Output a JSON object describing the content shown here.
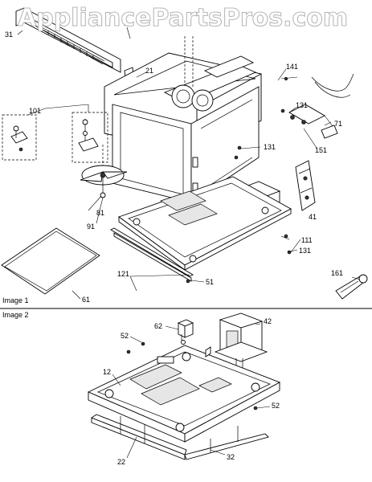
{
  "watermark": "AppliancePartsPros.com",
  "sections": {
    "image1": "Image 1",
    "image2": "Image 2"
  },
  "labels": {
    "p31": "31",
    "p1": "1",
    "p21": "21",
    "p141": "141",
    "p101": "101",
    "p131a": "131",
    "p71": "71",
    "p131b": "131",
    "p151": "151",
    "p41": "41",
    "p81": "81",
    "p91": "91",
    "p111": "111",
    "p131c": "131",
    "p121": "121",
    "p51": "51",
    "p161": "161",
    "p61": "61",
    "p62": "62",
    "p42": "42",
    "p52a": "52",
    "p12": "12",
    "p52b": "52",
    "p22": "22",
    "p32": "32"
  }
}
